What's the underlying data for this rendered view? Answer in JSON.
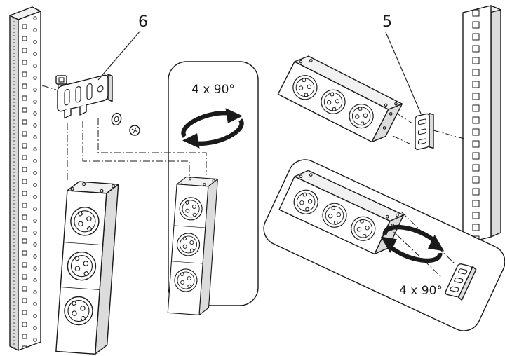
{
  "diagram": {
    "labels": {
      "part_left": "6",
      "part_right": "5",
      "rotation_left": "4 x 90°",
      "rotation_right": "4 x 90°"
    },
    "colors": {
      "line": "#1a1a1a",
      "shade": "#dcdcdc",
      "light": "#f1f1f1",
      "background": "#ffffff"
    }
  }
}
